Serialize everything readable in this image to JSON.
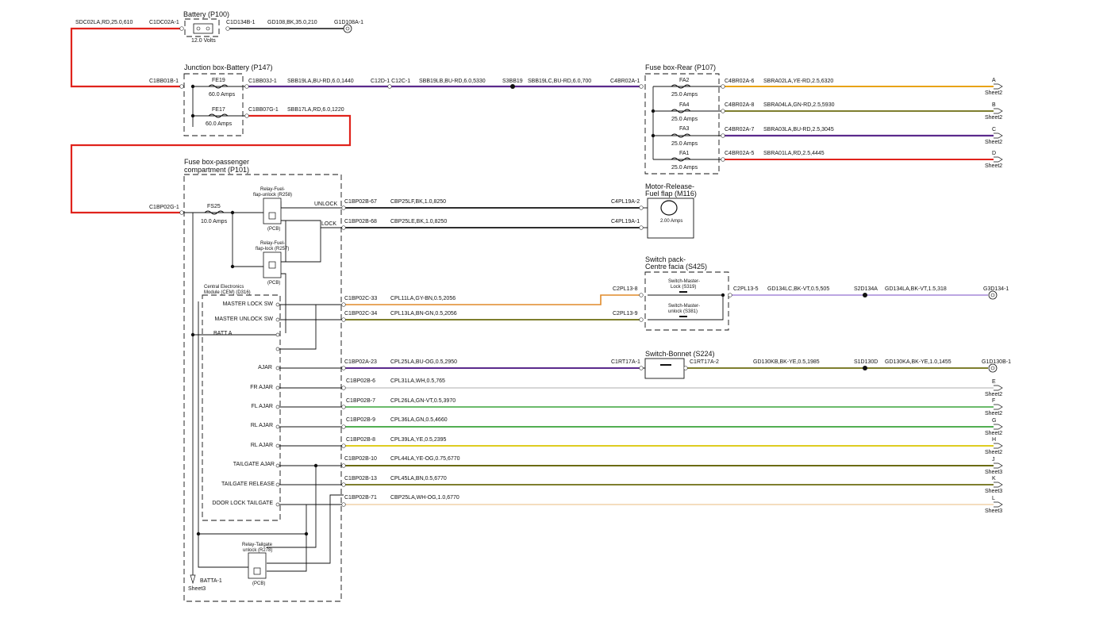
{
  "colors": {
    "red": "#e0231c",
    "purple": "#5b2a8c",
    "black": "#111111",
    "orange_yellow": "#e8a317",
    "brown": "#7a5a2a",
    "green": "#3aa33a",
    "yellow": "#d9c400",
    "orange": "#e08a2a",
    "light_purple": "#a589d8",
    "olive_yellow": "#6b6b10",
    "white_orange": "#f0d2a8",
    "white": "#c8c8c8"
  },
  "components": {
    "battery": "Battery (P100)",
    "battery_value": "12.0 Volts",
    "junction_box": "Junction box-Battery (P147)",
    "fe19": "FE19",
    "fe19_amps": "60.0 Amps",
    "fe17": "FE17",
    "fe17_amps": "60.0 Amps",
    "fuse_box_rear": "Fuse box-Rear (P107)",
    "fa2": "FA2",
    "fa2_amps": "25.0 Amps",
    "fa4": "FA4",
    "fa4_amps": "25.0 Amps",
    "fa3": "FA3",
    "fa3_amps": "25.0 Amps",
    "fa1": "FA1",
    "fa1_amps": "25.0 Amps",
    "fuse_box_pass_1": "Fuse box-passenger",
    "fuse_box_pass_2": "compartment (P101)",
    "fs25": "FS25",
    "fs25_amps": "10.0 Amps",
    "relay_unlock_1": "Relay-Fuel-",
    "relay_unlock_2": "flap-unlock (R258)",
    "relay_lock_1": "Relay-Fuel-",
    "relay_lock_2": "flap-lock (R257)",
    "pcb": "(PCB)",
    "unlock": "UNLOCK",
    "lock": "LOCK",
    "cem_1": "Central Electronics",
    "cem_2": "Module (CEM) (D316)",
    "master_lock_sw": "MASTER LOCK SW",
    "master_unlock_sw": "MASTER UNLOCK SW",
    "batt_a": "BATT A",
    "ajar": "AJAR",
    "fr_ajar": "FR AJAR",
    "fl_ajar": "FL AJAR",
    "rl_ajar_1": "RL AJAR",
    "rl_ajar_2": "RL AJAR",
    "tailgate_ajar": "TAILGATE AJAR",
    "tailgate_release": "TAILGATE RELEASE",
    "door_lock_tailgate": "DOOR LOCK TAILGATE",
    "relay_tailgate_1": "Relay-Tailgate",
    "relay_tailgate_2": "unlock (R278)",
    "batta_1": "BATTA-1",
    "batta_sheet": "Sheet3",
    "motor_1": "Motor-Release-",
    "motor_2": "Fuel flap (M116)",
    "motor_amps": "2.00 Amps",
    "switch_pack_1": "Switch pack-",
    "switch_pack_2": "Centre facia (S425)",
    "switch_lock_1": "Switch-Master-",
    "switch_lock_2": "Lock (S319)",
    "switch_unlock_1": "Switch-Master-",
    "switch_unlock_2": "unlock (S381)",
    "switch_bonnet": "Switch-Bonnet (S224)"
  },
  "labels": {
    "sdc02la": "SDC02LA,RD,25.0,610",
    "c1dc02a": "C1DC02A-1",
    "c1d134b": "C1D134B-1",
    "gd108": "GD108,BK,35.0,210",
    "g1d108a": "G1D108A-1",
    "c1bb01b": "C1BB01B-1",
    "c1bb03j": "C1BB03J-1",
    "sbb19la": "SBB19LA,BU-RD,6.0,1440",
    "c12d_c12c": "C12D-1 C12C-1",
    "sbb19lb": "SBB19LB,BU-RD,6.0,5330",
    "s3bb19": "S3BB19",
    "sbb19lc": "SBB19LC,BU-RD,6.0,700",
    "c4br02a_1": "C4BR02A-1",
    "c1bb07g": "C1BB07G-1",
    "sbb17la": "SBB17LA,RD,6.0,1220",
    "c4br02a_6": "C4BR02A-6",
    "sbra02la": "SBRA02LA,YE-RD,2.5,6320",
    "c4br02a_8": "C4BR02A-8",
    "sbra04la": "SBRA04LA,GN-RD,2.5,5930",
    "c4br02a_7": "C4BR02A-7",
    "sbra03la": "SBRA03LA,BU-RD,2.5,3045",
    "c4br02a_5": "C4BR02A-5",
    "sbra01la": "SBRA01LA,RD,2.5,4445",
    "c1bp02g": "C1BP02G-1",
    "c1bp02b_67": "C1BP02B-67",
    "cbp25lf": "CBP25LF,BK,1.0,8250",
    "c4pl19a_2": "C4PL19A-2",
    "c1bp02b_68": "C1BP02B-68",
    "cbp25le": "CBP25LE,BK,1.0,8250",
    "c4pl19a_1": "C4PL19A-1",
    "c1bp02c_33": "C1BP02C-33",
    "cpl11la": "CPL11LA,GY-BN,0.5,2056",
    "c2pl13_8": "C2PL13-8",
    "c1bp02c_34": "C1BP02C-34",
    "cpl13la": "CPL13LA,BN-GN,0.5,2056",
    "c2pl13_9": "C2PL13-9",
    "c2pl13_5": "C2PL13-5",
    "gd134lc": "GD134LC,BK-VT,0.5,505",
    "s2d134a": "S2D134A",
    "gd134la": "GD134LA,BK-VT,1.5,318",
    "g3d134": "G3D134-1",
    "c1bp02a_23": "C1BP02A-23",
    "cpl25la": "CPL25LA,BU-OG,0.5,2950",
    "c1rt17a_1": "C1RT17A-1",
    "c1rt17a_2": "C1RT17A-2",
    "gd130kb": "GD130KB,BK-YE,0.5,1985",
    "s1d130d": "S1D130D",
    "gd130ka": "GD130KA,BK-YE,1.0,1455",
    "g1d130b": "G1D130B-1",
    "c1bp02b_6": "C1BP02B-6",
    "cpl31la": "CPL31LA,WH,0.5,765",
    "c1bp02b_7": "C1BP02B-7",
    "cpl26la": "CPL26LA,GN-VT,0.5,3970",
    "c1bp02b_9": "C1BP02B-9",
    "cpl36la": "CPL36LA,GN,0.5,4660",
    "c1bp02b_8": "C1BP02B-8",
    "cpl39la": "CPL39LA,YE,0.5,2395",
    "c1bp02b_10": "C1BP02B-10",
    "cpl44la": "CPL44LA,YE-OG,0.75,6770",
    "c1bp02b_13": "C1BP02B-13",
    "cpl45la": "CPL45LA,BN,0.5,6770",
    "c1bp02b_71": "C1BP02B-71",
    "cbp25la": "CBP25LA,WH-OG,1.0,6770"
  },
  "off_sheet": [
    {
      "letter": "A",
      "sheet": "Sheet2"
    },
    {
      "letter": "B",
      "sheet": "Sheet2"
    },
    {
      "letter": "C",
      "sheet": "Sheet2"
    },
    {
      "letter": "D",
      "sheet": "Sheet2"
    },
    {
      "letter": "E",
      "sheet": "Sheet2"
    },
    {
      "letter": "F",
      "sheet": "Sheet2"
    },
    {
      "letter": "G",
      "sheet": "Sheet2"
    },
    {
      "letter": "H",
      "sheet": "Sheet2"
    },
    {
      "letter": "J",
      "sheet": "Sheet3"
    },
    {
      "letter": "K",
      "sheet": "Sheet3"
    },
    {
      "letter": "L",
      "sheet": "Sheet3"
    }
  ]
}
